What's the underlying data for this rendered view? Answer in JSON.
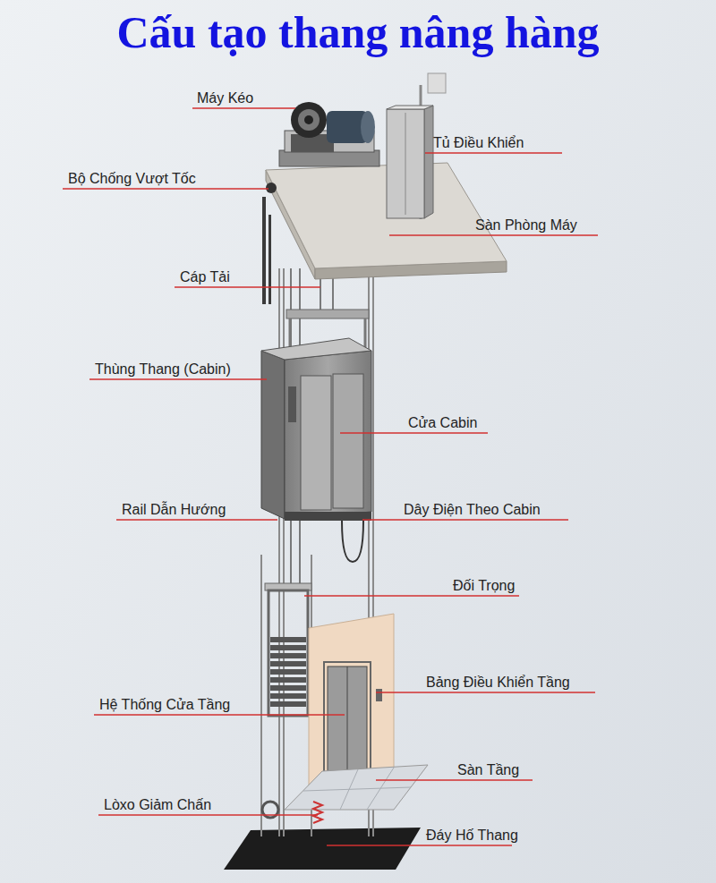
{
  "diagram": {
    "title": "Cấu tạo thang nâng hàng",
    "labels": [
      "Máy Kéo",
      "Tủ Điều Khiển",
      "Bộ Chống Vượt Tốc",
      "Sàn Phòng Máy",
      "Cáp Tải",
      "Thùng Thang (Cabin)",
      "Cửa Cabin",
      "Rail Dẫn Hướng",
      "Dây Điện Theo Cabin",
      "Đối Trọng",
      "Bảng Điều Khiển Tầng",
      "Hệ Thống Cửa Tầng",
      "Sàn Tầng",
      "Lòxo Giảm Chấn",
      "Đáy Hố Thang"
    ]
  }
}
